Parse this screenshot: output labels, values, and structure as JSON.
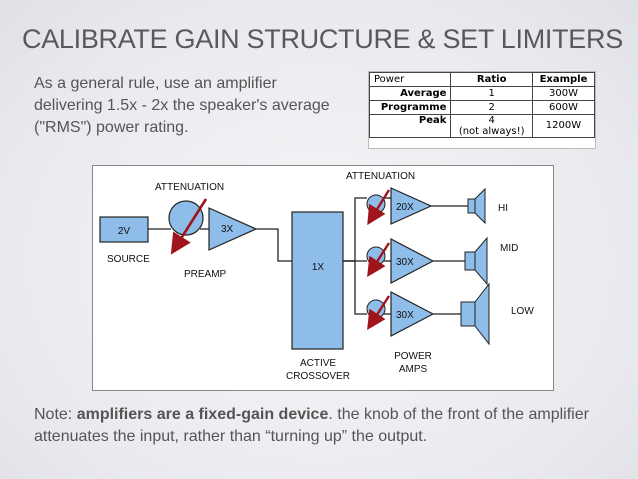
{
  "title": "CALIBRATE GAIN STRUCTURE & SET LIMITERS",
  "intro": "As a general rule, use an amplifier delivering 1.5x - 2x the speaker's average (\"RMS\") power rating.",
  "table": {
    "headers": [
      "Power",
      "Ratio",
      "Example"
    ],
    "rows": [
      {
        "label": "Average",
        "ratio": "1",
        "example": "300W"
      },
      {
        "label": "Programme",
        "ratio": "2",
        "example": "600W"
      },
      {
        "label": "Peak",
        "ratio": "4",
        "ratio_note": "(not always!)",
        "example": "1200W"
      }
    ]
  },
  "diagram": {
    "source_value": "2V",
    "source_label": "SOURCE",
    "attenuation_left": "ATTENUATION",
    "attenuation_top": "ATTENUATION",
    "preamp_gain": "3X",
    "preamp_label": "PREAMP",
    "crossover_gain": "1X",
    "crossover_label_1": "ACTIVE",
    "crossover_label_2": "CROSSOVER",
    "amp_gains": [
      "20X",
      "30X",
      "30X"
    ],
    "power_amps_label_1": "POWER",
    "power_amps_label_2": "AMPS",
    "driver_labels": [
      "HI",
      "MID",
      "LOW"
    ]
  },
  "note": {
    "prefix": "Note: ",
    "bold": "amplifiers are a fixed-gain device",
    "suffix": ".  the knob of the front of the amplifier attenuates the input, rather than “turning up” the output."
  },
  "colors": {
    "block_fill": "#8dbde8",
    "arrow": "#a0141c",
    "title_text": "#595959"
  }
}
